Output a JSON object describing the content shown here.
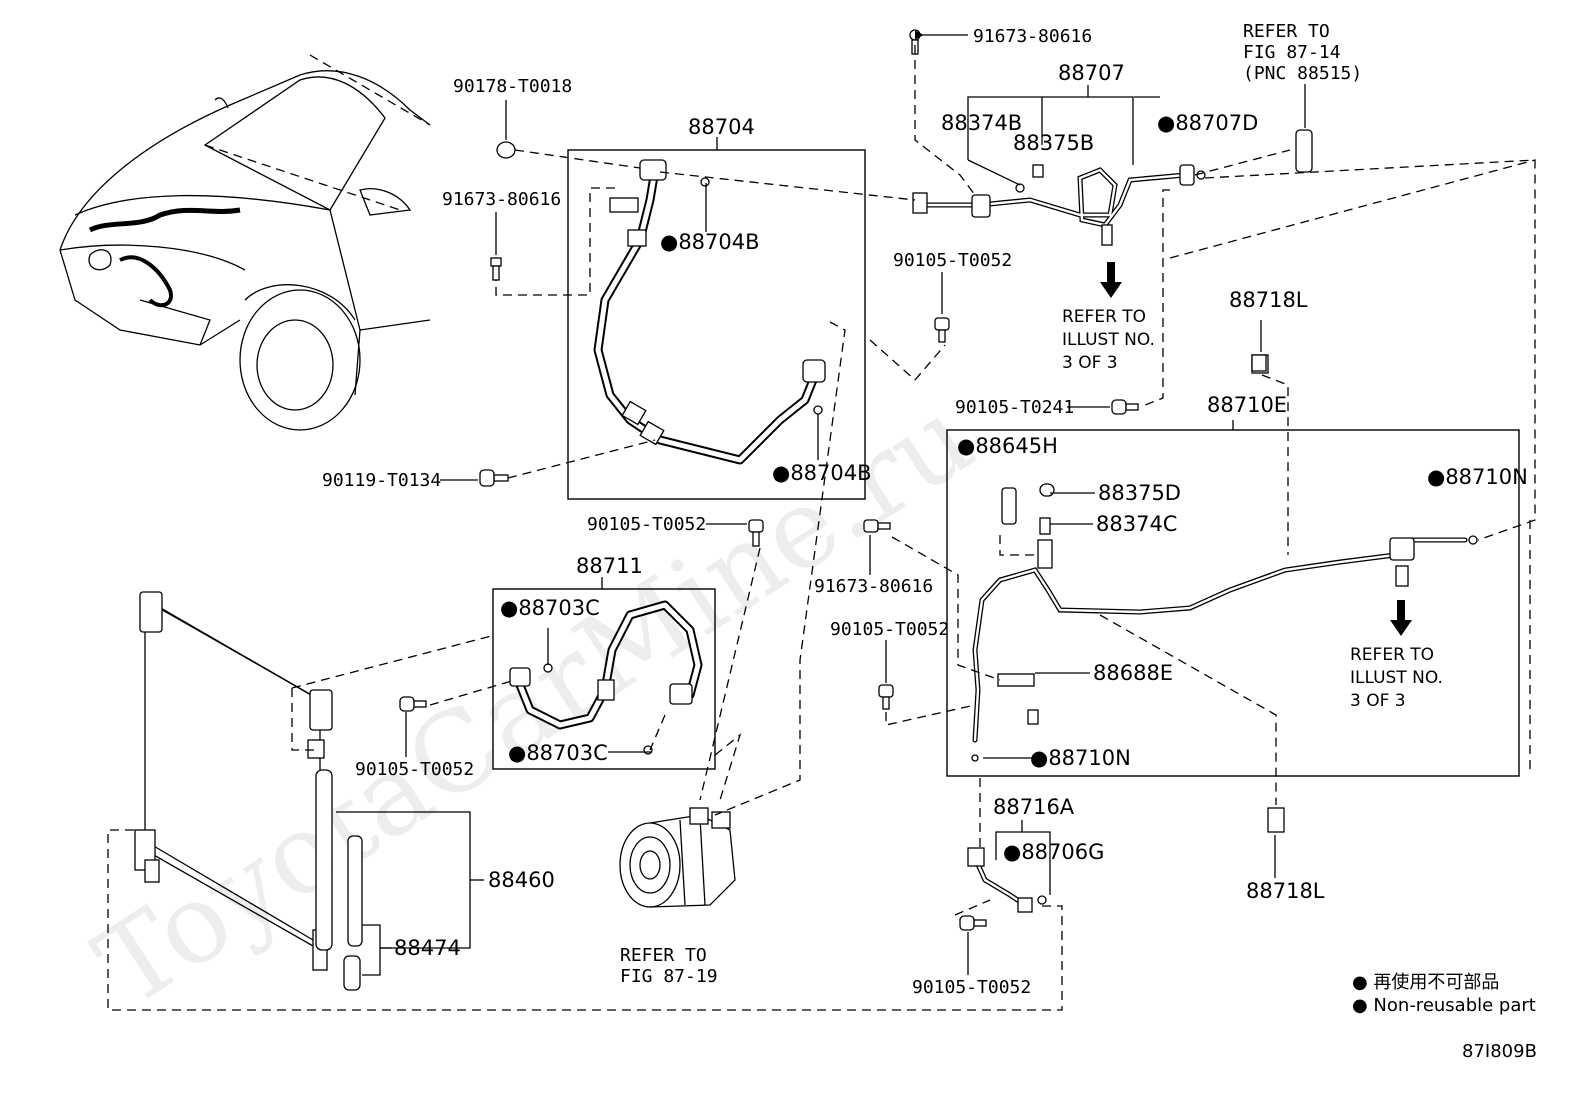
{
  "watermark": "ToyotaCarMine.ru",
  "diagram_code": "87I809B",
  "legend": {
    "jp": "● 再使用不可部品",
    "en": "● Non-reusable part"
  },
  "labels": {
    "p91673_80616_top": "91673-80616",
    "p90178_T0018": "90178-T0018",
    "p91673_80616_left": "91673-80616",
    "p88704": "88704",
    "p88704B_upper": "●88704B",
    "p88704B_lower": "●88704B",
    "p90119_T0134": "90119-T0134",
    "p88707": "88707",
    "p88374B": "88374B",
    "p88375B": "88375B",
    "p88707D": "●88707D",
    "p90105_T0052_a": "90105-T0052",
    "p90105_T0241": "90105-T0241",
    "p88718L_top": "88718L",
    "p88710E": "88710E",
    "p88645H": "●88645H",
    "p88375D": "88375D",
    "p88374C": "88374C",
    "p88710N_right": "●88710N",
    "p91673_80616_mid": "91673-80616",
    "p90105_T0052_b": "90105-T0052",
    "p88688E": "88688E",
    "p88710N_lower": "●88710N",
    "p90105_T0052_c": "90105-T0052",
    "p88711": "88711",
    "p88703C_upper": "●88703C",
    "p88703C_lower": "●88703C",
    "p90105_T0052_d": "90105-T0052",
    "p88460": "88460",
    "p88474": "88474",
    "p88716A": "88716A",
    "p88706G": "●88706G",
    "p90105_T0052_e": "90105-T0052",
    "p88718L_bottom": "88718L"
  },
  "notes": {
    "refer_fig_87_14": [
      "REFER TO",
      "FIG 87-14",
      "(PNC 88515)"
    ],
    "refer_illust_a": [
      "REFER TO",
      "ILLUST NO.",
      "3 OF 3"
    ],
    "refer_illust_b": [
      "REFER TO",
      "ILLUST NO.",
      "3 OF 3"
    ],
    "refer_fig_87_19": [
      "REFER TO",
      "FIG 87-19"
    ]
  }
}
